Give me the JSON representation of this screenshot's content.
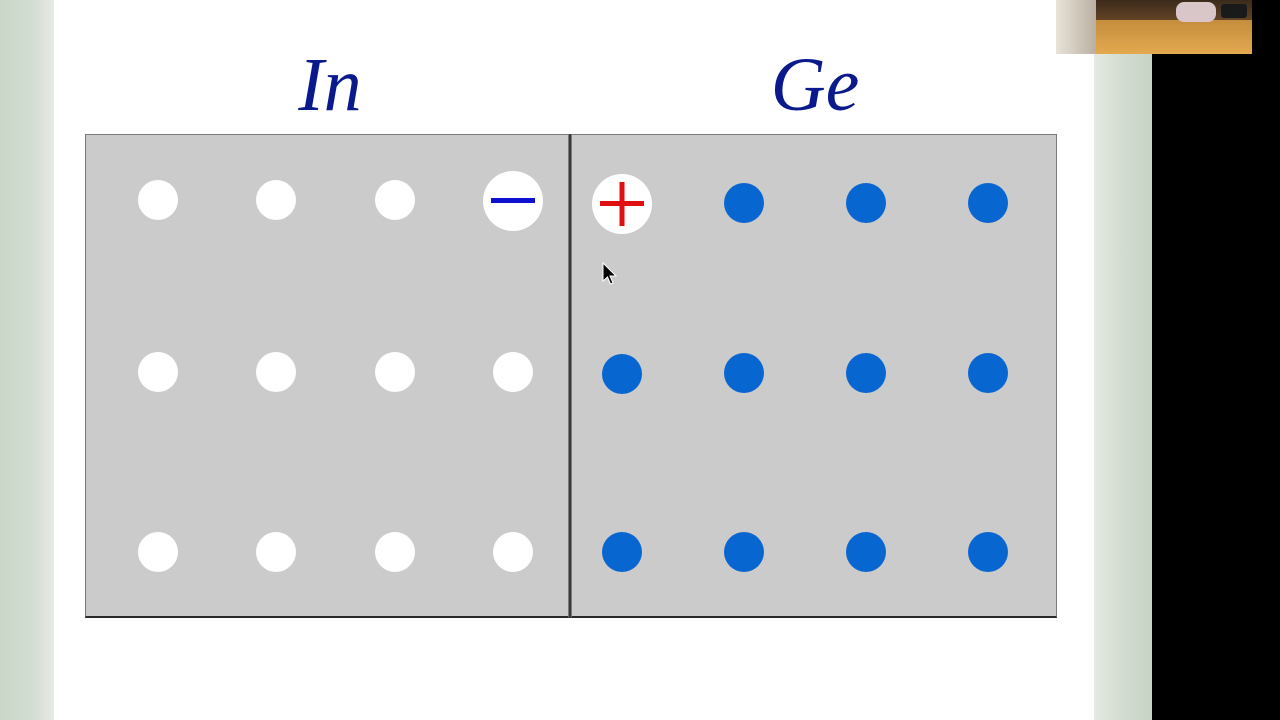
{
  "titles": {
    "left": "In",
    "right": "Ge"
  },
  "colors": {
    "title": "#0a1a8c",
    "panel": "#cbcbcb",
    "in_atom": "#ffffff",
    "ge_atom": "#0866d0",
    "minus_sign": "#1010d0",
    "plus_sign": "#e01010"
  },
  "lattice": {
    "rows": 3,
    "columns_per_side": 4,
    "in_atom_count": 11,
    "ge_atom_count": 11,
    "negative_ion": {
      "side": "In",
      "row": 1,
      "column": 4
    },
    "positive_ion": {
      "side": "Ge",
      "row": 1,
      "column": 1
    }
  },
  "icons": {
    "negative": "minus-icon",
    "positive": "plus-icon",
    "cursor": "arrow-cursor-icon"
  }
}
